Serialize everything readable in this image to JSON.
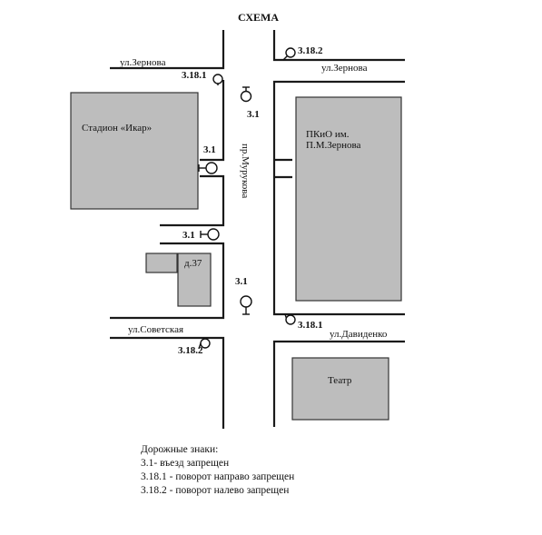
{
  "title": "СХЕМА",
  "streets": {
    "zernova_left": "ул.Зернова",
    "zernova_right": "ул.Зернова",
    "murukova": "пр.Мурукова",
    "sovetskaya": "ул.Советская",
    "davidenko": "ул.Давиденко"
  },
  "buildings": {
    "stadium_line1": "Стадион «Икар»",
    "pkio_line1": "ПКиО им.",
    "pkio_line2": "П.М.Зернова",
    "house": "д.37",
    "theatre": "Театр"
  },
  "signs": {
    "s_3_18_2_top": "3.18.2",
    "s_3_18_1_top": "3.18.1",
    "s_3_1_top": "3.1",
    "s_3_1_stadium": "3.1",
    "s_3_1_mid": "3.1",
    "s_3_1_bottom": "3.1",
    "s_3_18_1_bottom": "3.18.1",
    "s_3_18_2_bottom": "3.18.2"
  },
  "legend": {
    "heading": "Дорожные знаки:",
    "item1": "3.1- въезд запрещен",
    "item2": "3.18.1 - поворот направо запрещен",
    "item3": "3.18.2 - поворот налево запрещен"
  }
}
